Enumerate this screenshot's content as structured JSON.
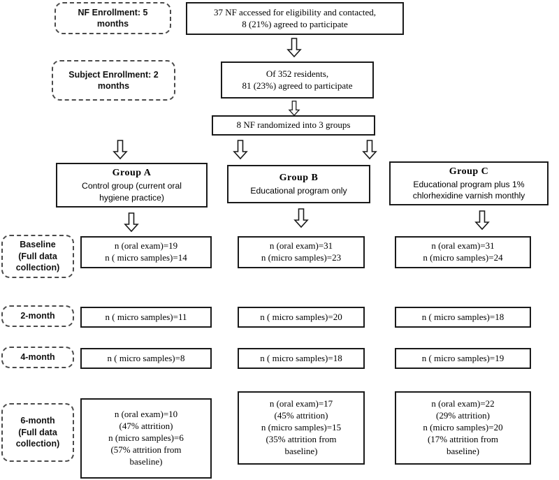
{
  "diagram": {
    "title": "Study flow diagram (CONSORT-style)",
    "type": "flowchart",
    "stage_labels": [
      {
        "id": "nf-enrollment",
        "lines": [
          "NF Enrollment: 5",
          "months"
        ]
      },
      {
        "id": "subject-enrollment",
        "lines": [
          "Subject Enrollment: 2",
          "months"
        ]
      },
      {
        "id": "baseline",
        "lines": [
          "Baseline",
          "(Full data",
          "collection)"
        ]
      },
      {
        "id": "two-month",
        "lines": [
          "2-month"
        ]
      },
      {
        "id": "four-month",
        "lines": [
          "4-month"
        ]
      },
      {
        "id": "six-month",
        "lines": [
          "6-month",
          "(Full data",
          "collection)"
        ]
      }
    ],
    "top_nodes": [
      {
        "id": "nf-screening",
        "lines": [
          "37 NF accessed for eligibility  and contacted,",
          "8 (21%)  agreed to participate"
        ]
      },
      {
        "id": "resident-consent",
        "lines": [
          "Of 352  residents,",
          "81 (23%) agreed to participate"
        ]
      },
      {
        "id": "randomization",
        "lines": [
          "8 NF randomized  into 3 groups"
        ]
      }
    ],
    "groups": [
      {
        "id": "group-a",
        "heading": "Group  A",
        "description": [
          "Control group (current oral",
          "hygiene practice)"
        ]
      },
      {
        "id": "group-b",
        "heading": "Group  B",
        "description": [
          "Educational program only"
        ]
      },
      {
        "id": "group-c",
        "heading": "Group  C",
        "description": [
          "Educational program plus 1%",
          "chlorhexidine varnish monthly"
        ]
      }
    ],
    "rows": [
      {
        "id": "row-baseline",
        "cells": [
          {
            "id": "baseline-a",
            "lines": [
              "n (oral  exam)=19",
              "n ( micro  samples)=14"
            ]
          },
          {
            "id": "baseline-b",
            "lines": [
              "n (oral  exam)=31",
              "n (micro  samples)=23"
            ]
          },
          {
            "id": "baseline-c",
            "lines": [
              "n (oral  exam)=31",
              "n (micro  samples)=24"
            ]
          }
        ]
      },
      {
        "id": "row-2month",
        "cells": [
          {
            "id": "m2-a",
            "lines": [
              "n ( micro  samples)=11"
            ]
          },
          {
            "id": "m2-b",
            "lines": [
              "n ( micro  samples)=20"
            ]
          },
          {
            "id": "m2-c",
            "lines": [
              "n ( micro  samples)=18"
            ]
          }
        ]
      },
      {
        "id": "row-4month",
        "cells": [
          {
            "id": "m4-a",
            "lines": [
              "n ( micro  samples)=8"
            ]
          },
          {
            "id": "m4-b",
            "lines": [
              "n ( micro  samples)=18"
            ]
          },
          {
            "id": "m4-c",
            "lines": [
              "n ( micro  samples)=19"
            ]
          }
        ]
      },
      {
        "id": "row-6month",
        "cells": [
          {
            "id": "m6-a",
            "lines": [
              "n (oral  exam)=10",
              "(47% attrition)",
              "n (micro  samples)=6",
              "(57% attrition from",
              "baseline)"
            ]
          },
          {
            "id": "m6-b",
            "lines": [
              "n (oral  exam)=17",
              "(45% attrition)",
              "n (micro  samples)=15",
              "(35% attrition from",
              "baseline)"
            ]
          },
          {
            "id": "m6-c",
            "lines": [
              "n (oral  exam)=22",
              "(29% attrition)",
              "n (micro  samples)=20",
              "(17% attrition from",
              "baseline)"
            ]
          }
        ]
      }
    ],
    "colors": {
      "box_border": "#1a1a1a",
      "stage_border": "#4a4a4a",
      "arrow_stroke": "#1a1a1a",
      "background": "#ffffff",
      "text": "#000000"
    },
    "arrow_count": 11
  }
}
